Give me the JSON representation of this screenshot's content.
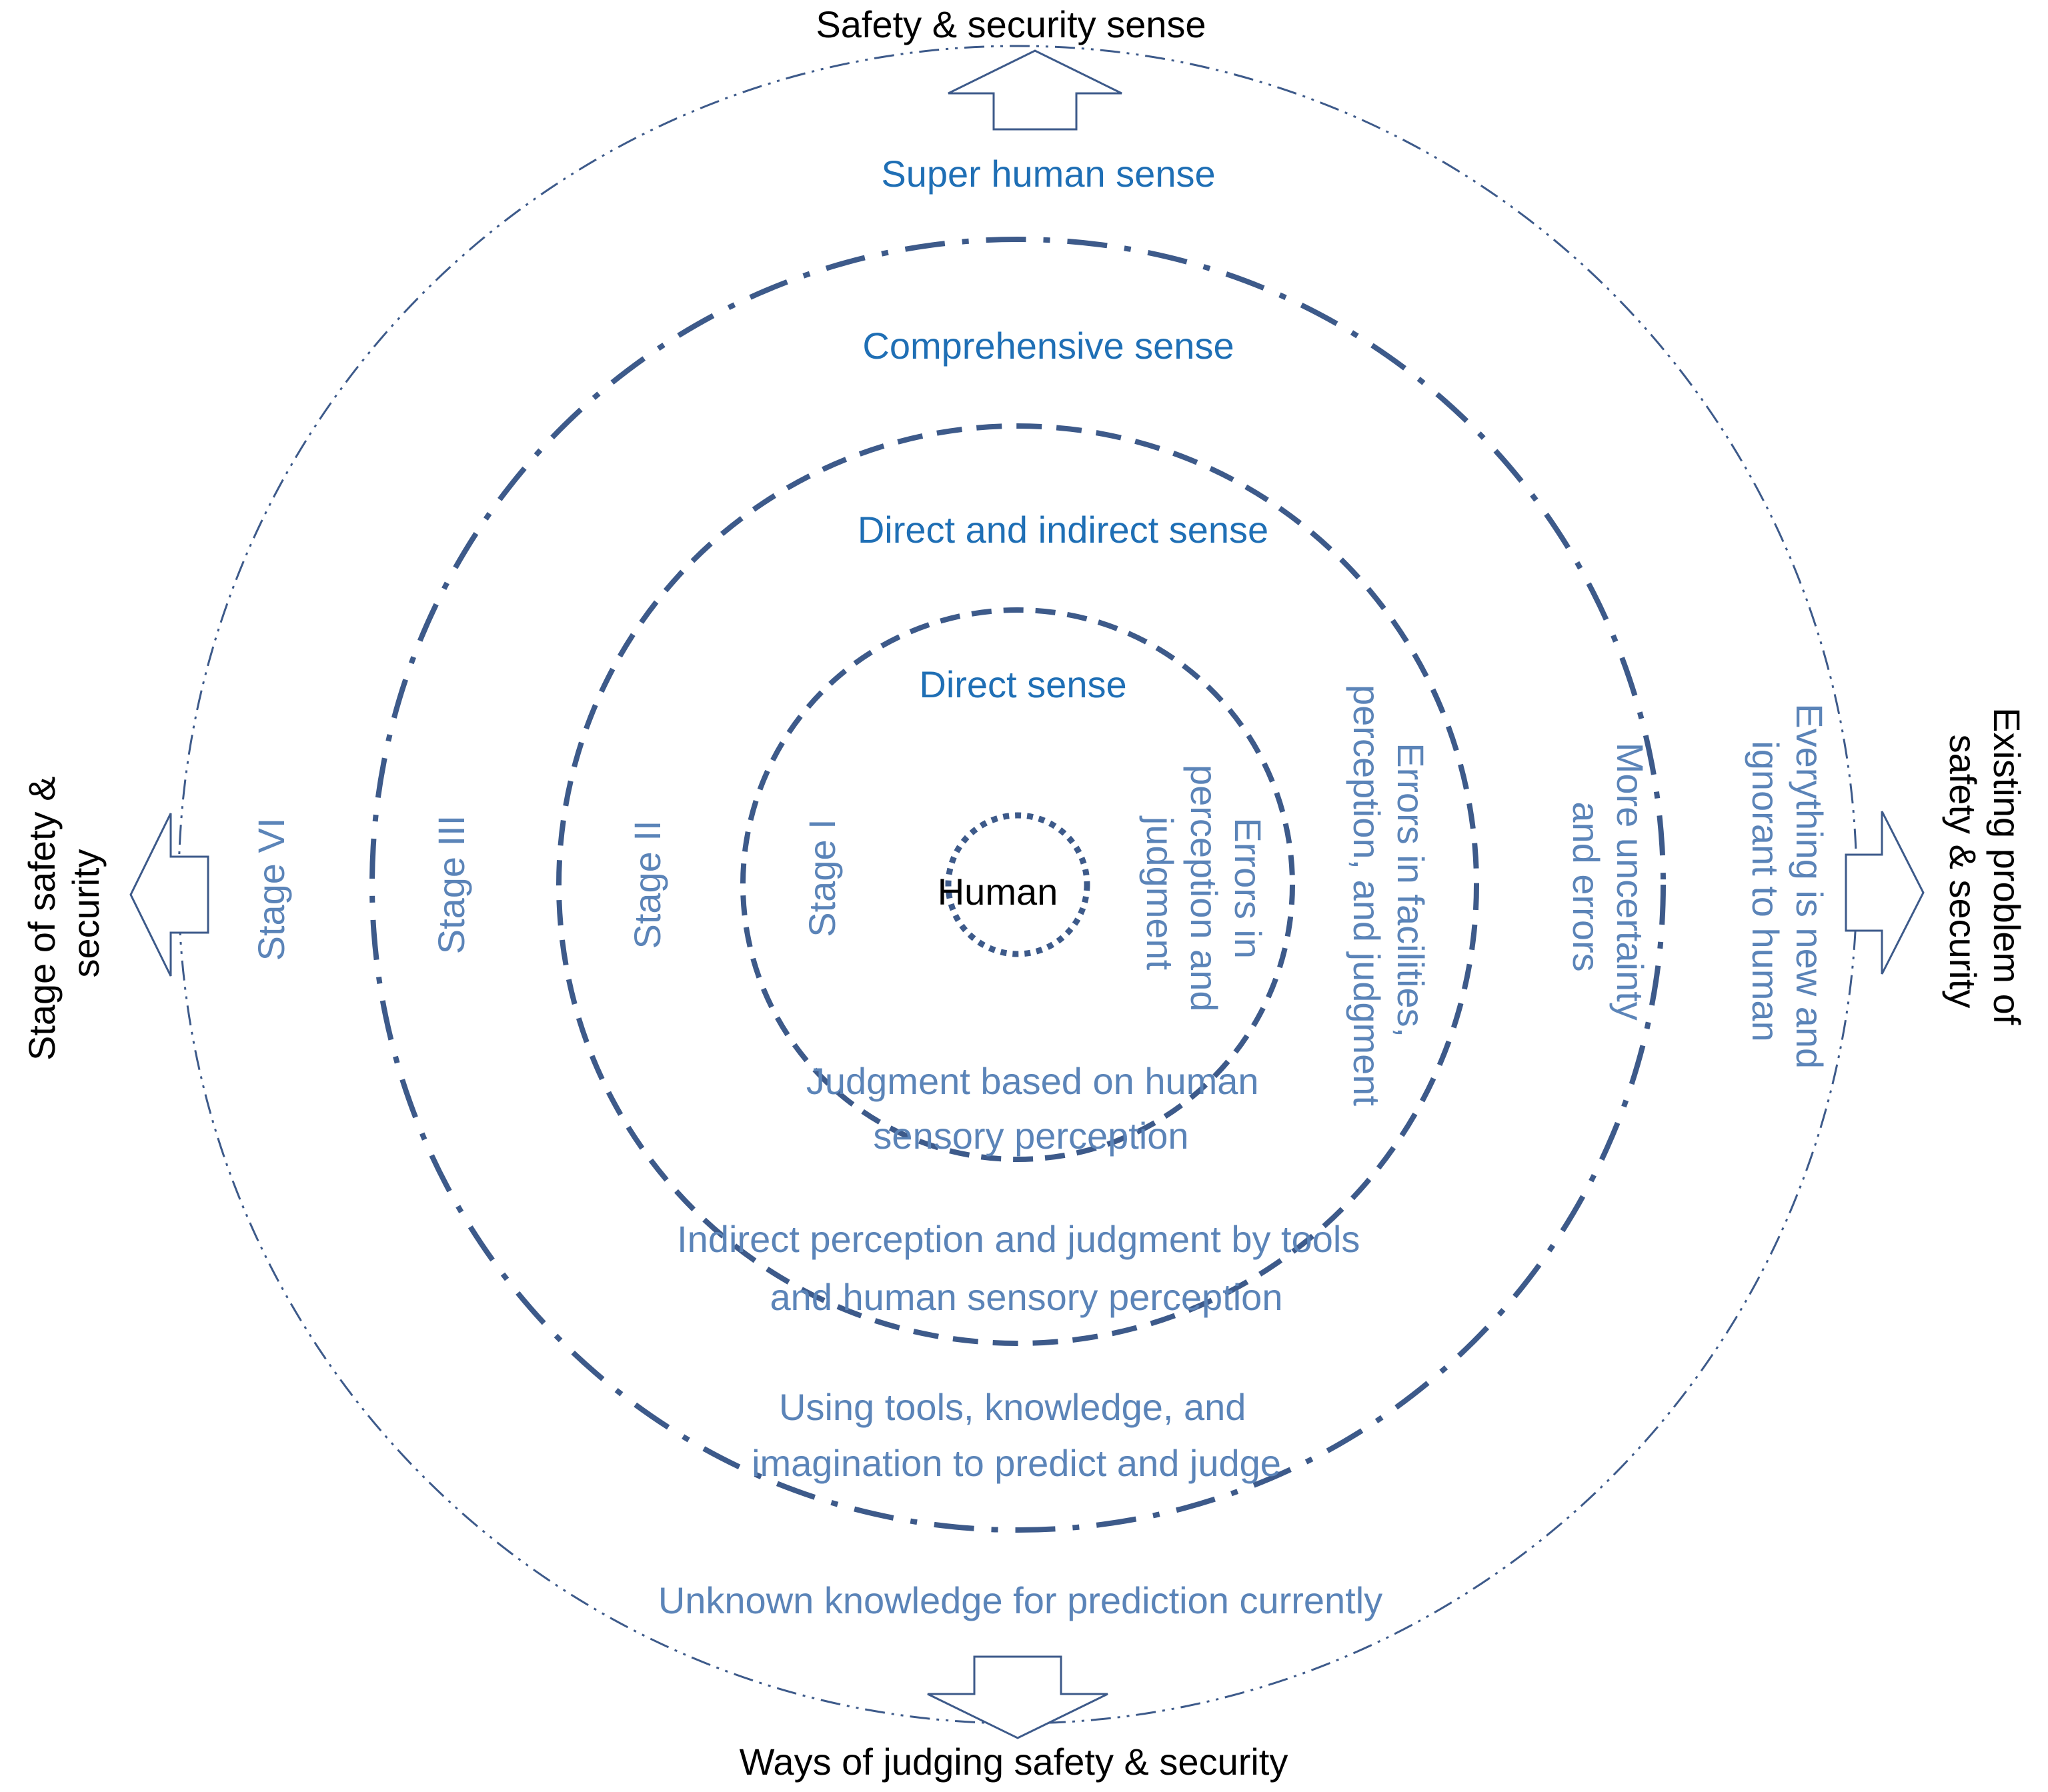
{
  "axes": {
    "top": "Safety & security sense",
    "bottom": "Ways of judging safety & security",
    "left": [
      "Stage of safety &",
      "security"
    ],
    "right": [
      "Existing problem of",
      "safety & security"
    ]
  },
  "center": "Human",
  "senses": {
    "super_human": "Super human sense",
    "comprehensive": "Comprehensive sense",
    "direct_indirect": "Direct and indirect sense",
    "direct": "Direct sense"
  },
  "stages": {
    "vi": "Stage VI",
    "iii": "Stage III",
    "ii": "Stage II",
    "i": "Stage I"
  },
  "problems": {
    "p1": [
      "Errors in",
      "perception and",
      "judgment"
    ],
    "p2": [
      "Errors in facilities,",
      "perception, and judgment"
    ],
    "p3": [
      "More uncertainty",
      "and errors"
    ],
    "p4": [
      "Everything is new and",
      "ignorant to human"
    ]
  },
  "ways": {
    "w1": [
      "Judgment based on human",
      "sensory perception"
    ],
    "w2": [
      "Indirect perception and judgment by tools",
      "and human sensory perception"
    ],
    "w3": [
      "Using tools, knowledge, and",
      "imagination to predict and judge"
    ],
    "w4": "Unknown knowledge for prediction currently"
  },
  "colors": {
    "ring": "#3d5a8a",
    "sense_text": "#1f6fb5",
    "body_text": "#5b84b8",
    "axis_text": "#000000"
  }
}
